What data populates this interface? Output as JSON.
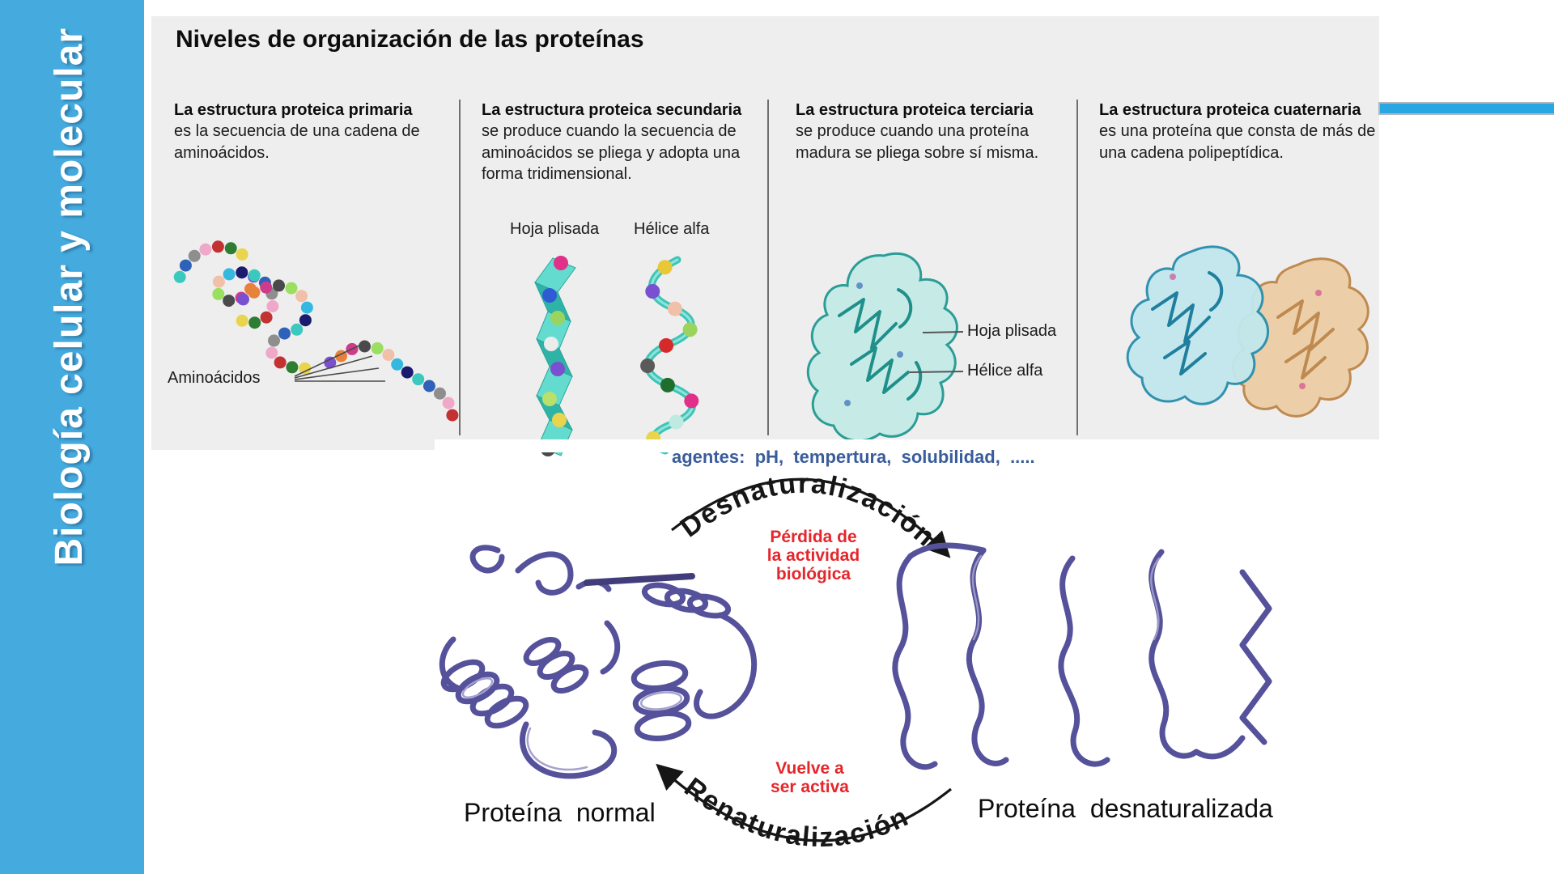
{
  "sidebar": {
    "title": "Biología celular y molecular"
  },
  "panel": {
    "title": "Niveles de organización de las proteínas",
    "columns": [
      {
        "heading": "La estructura proteica primaria",
        "body": "es la secuencia de una cadena de aminoácidos."
      },
      {
        "heading": "La estructura proteica secundaria",
        "body": "se produce cuando la secuencia de aminoácidos se pliega y adopta una forma tridimensional."
      },
      {
        "heading": "La estructura proteica terciaria",
        "body": "se produce cuando una proteína madura se pliega sobre sí misma."
      },
      {
        "heading": "La estructura proteica cuaternaria",
        "body": "es una proteína que consta de más de una cadena polipeptídica."
      }
    ],
    "labels": {
      "aminoacidos": "Aminoácidos",
      "hoja_plisada": "Hoja plisada",
      "helice_alfa": "Hélice alfa"
    }
  },
  "diagram": {
    "agents": "agentes:  pH,  tempertura,  solubilidad,  .....",
    "denaturalization": "Desnaturalización",
    "renaturalization": "Renaturalización",
    "loss_lines": [
      "Pérdida de",
      "la actividad",
      "biológica"
    ],
    "reactivation_lines": [
      "Vuelve a",
      "ser activa"
    ],
    "protein_normal": "Proteína normal",
    "protein_denatured": "Proteína desnaturalizada"
  },
  "colors": {
    "sidebar_blue": "#45abdf",
    "accent_bar_blue": "#29a7e3",
    "panel_gray": "#efeeee",
    "agents_blue": "#3a5c9b",
    "alert_red": "#e5262b",
    "ribbon_purple": "#55519a",
    "structure_teal": "#3fc4b8",
    "structure_tan": "#d9a86c",
    "text_dark": "#111111"
  }
}
